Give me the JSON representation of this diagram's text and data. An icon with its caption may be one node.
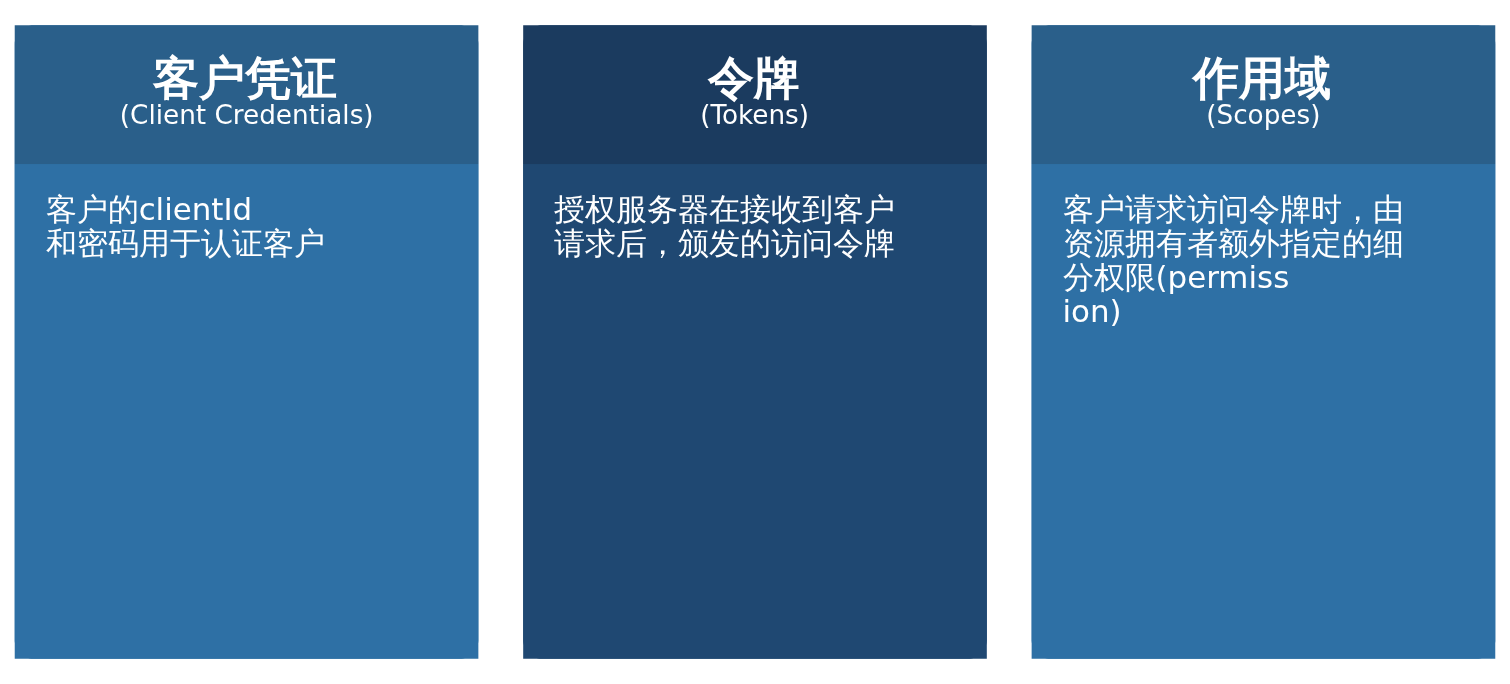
{
  "diagram": {
    "nodes": [
      {
        "text": [
          "客户凭证",
          "(Client Credentials)",
          "客户的clientId 和密码用于认证客户"
        ]
      },
      {
        "text": [
          "令牌",
          "(Tokens)",
          "授权服务器在接收到客户请求后，颁发的访问令牌"
        ]
      },
      {
        "text": [
          "作用域",
          "(Scopes)",
          "客户请求访问令牌时，由资源拥有者额外指定的细分权限(permission)"
        ]
      }
    ]
  }
}
